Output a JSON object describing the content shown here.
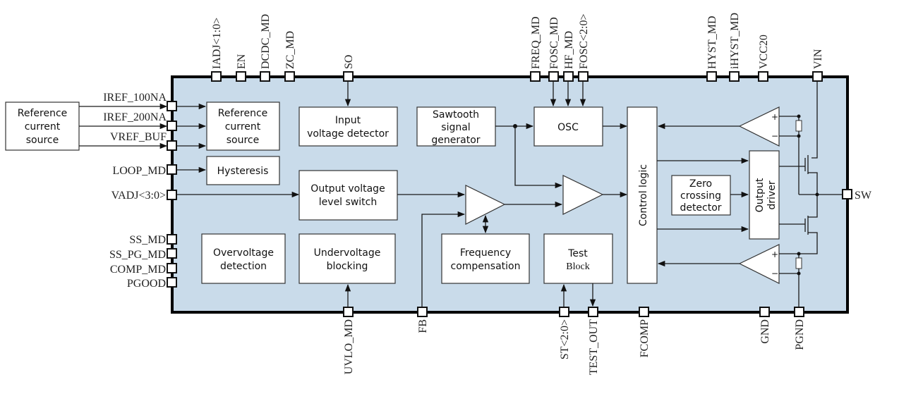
{
  "colors": {
    "chip_fill": "#c9dbea",
    "outline": "#000000",
    "block_fill": "#ffffff"
  },
  "external": {
    "reference_source": [
      "Reference",
      "current",
      "source"
    ]
  },
  "pins": {
    "left": {
      "iref_100na": "IREF_100NA",
      "iref_200na": "IREF_200NA",
      "vref_buf": "VREF_BUF",
      "loop_md": "LOOP_MD",
      "vadj": "VADJ<3:0>",
      "ss_md": "SS_MD",
      "ss_pg_md": "SS_PG_MD",
      "comp_md": "COMP_MD",
      "pgood": "PGOOD"
    },
    "top": {
      "iadj": "IADJ<1:0>",
      "en": "EN",
      "dcdc_md": "DCDC_MD",
      "zc_md": "ZC_MD",
      "so": "SO",
      "freq_md": "FREQ_MD",
      "fosc_md": "FOSC_MD",
      "hf_md": "HF_MD",
      "fosc": "FOSC<2:0>",
      "hyst_md": "HYST_MD",
      "ihyst_md": "iHYST_MD",
      "vcc20": "VCC20",
      "vin": "VIN"
    },
    "right": {
      "sw": "SW"
    },
    "bottom": {
      "uvlo_md": "UVLO_MD",
      "fb": "FB",
      "st": "ST<2:0>",
      "test_out": "TEST_OUT",
      "fcomp": "FCOMP",
      "gnd": "GND",
      "pgnd": "PGND"
    }
  },
  "blocks": {
    "ref_current": [
      "Reference",
      "current",
      "source"
    ],
    "hysteresis": [
      "Hysteresis"
    ],
    "input_detector": [
      "Input",
      "voltage detector"
    ],
    "sawtooth": [
      "Sawtooth",
      "signal",
      "generator"
    ],
    "osc": [
      "OSC"
    ],
    "output_level_switch": [
      "Output voltage",
      "level switch"
    ],
    "overvoltage": [
      "Overvoltage",
      "detection"
    ],
    "undervoltage": [
      "Undervoltage",
      "blocking"
    ],
    "freq_comp": [
      "Frequency",
      "compensation"
    ],
    "test_block": [
      "Test",
      "Block"
    ],
    "control_logic": [
      "Control logic"
    ],
    "zero_crossing": [
      "Zero",
      "crossing",
      "detector"
    ],
    "output_driver": [
      "Output",
      "driver"
    ]
  },
  "comparator_signs": {
    "plus": "+",
    "minus": "−"
  }
}
